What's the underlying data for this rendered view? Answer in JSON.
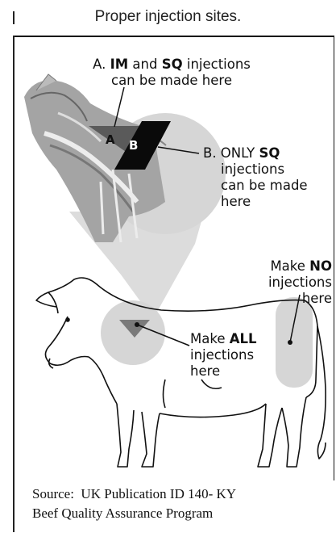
{
  "title": "Proper injection sites.",
  "callouts": {
    "a": {
      "prefix": "A. ",
      "im": "IM",
      "and": " and ",
      "sq": "SQ",
      "rest": " injections",
      "line2": "can be made here"
    },
    "b": {
      "prefix": "B. ONLY ",
      "sq": "SQ",
      "line2": "injections",
      "line3": "can be made",
      "line4": "here"
    },
    "no": {
      "prefix": "Make ",
      "bold": "NO",
      "line2": "injections here"
    },
    "all": {
      "prefix": "Make ",
      "bold": "ALL",
      "line2": "injections",
      "line3": "here"
    }
  },
  "markers": {
    "a": "A",
    "b": "B"
  },
  "source": {
    "line1": "Source:  UK Publication ID 140- KY",
    "line2": "Beef Quality Assurance Program"
  },
  "colors": {
    "zone_shade": "#d6d6d6",
    "triangle_a": "#5a5a5a",
    "zone_b": "#0a0a0a",
    "neck_photo": "#9a9a9a"
  }
}
